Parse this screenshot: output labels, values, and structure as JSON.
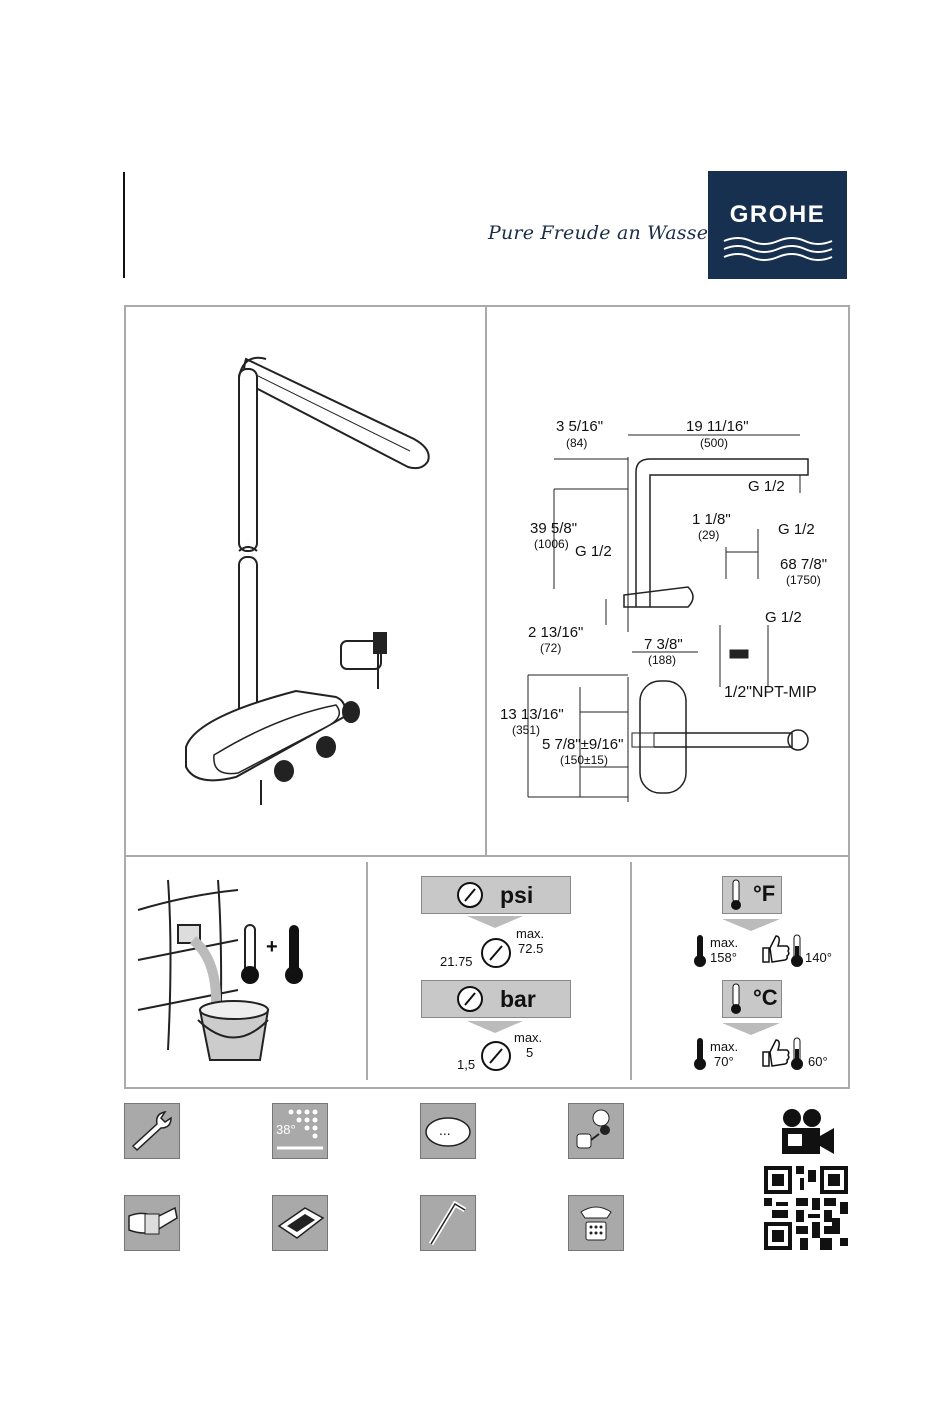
{
  "header": {
    "slogan": "Pure Freude an Wasser",
    "brand": "GROHE",
    "brand_color": "#17304f"
  },
  "dimensions": {
    "d1": "3 5/16\"",
    "d1_mm": "(84)",
    "d2": "19 11/16\"",
    "d2_mm": "(500)",
    "g_half": "G 1/2",
    "d3": "39 5/8\"",
    "d3_mm": "(1006)",
    "d4": "1 1/8\"",
    "d4_mm": "(29)",
    "d5": "68 7/8\"",
    "d5_mm": "(1750)",
    "d6": "2 13/16\"",
    "d6_mm": "(72)",
    "d7": "7 3/8\"",
    "d7_mm": "(188)",
    "npt": "1/2\"NPT-MIP",
    "d8": "13 13/16\"",
    "d8_mm": "(351)",
    "d9": "5 7/8\"±9/16\"",
    "d9_mm": "(150±15)"
  },
  "pressure": {
    "psi_label": "psi",
    "psi_min": "21.75",
    "psi_max_label": "max.",
    "psi_max": "72.5",
    "bar_label": "bar",
    "bar_min": "1,5",
    "bar_max_label": "max.",
    "bar_max": "5"
  },
  "temperature": {
    "f_label": "°F",
    "f_max_label": "max.",
    "f_max": "158°",
    "f_rec": "140°",
    "c_label": "°C",
    "c_max_label": "max.",
    "c_max": "70°",
    "c_rec": "60°"
  },
  "flush": {
    "plus": "+"
  },
  "icons": {
    "thermo_value": "38°",
    "more_dots": "...",
    "row1": [
      "wrench-icon",
      "thermostat-dial-icon",
      "more-icon",
      "cartridge-icon"
    ],
    "row2": [
      "hand-cleaning-icon",
      "grease-box-icon",
      "hex-key-icon",
      "service-phone-icon"
    ],
    "video": "video-camera-icon",
    "qr": "qr-code-icon"
  }
}
